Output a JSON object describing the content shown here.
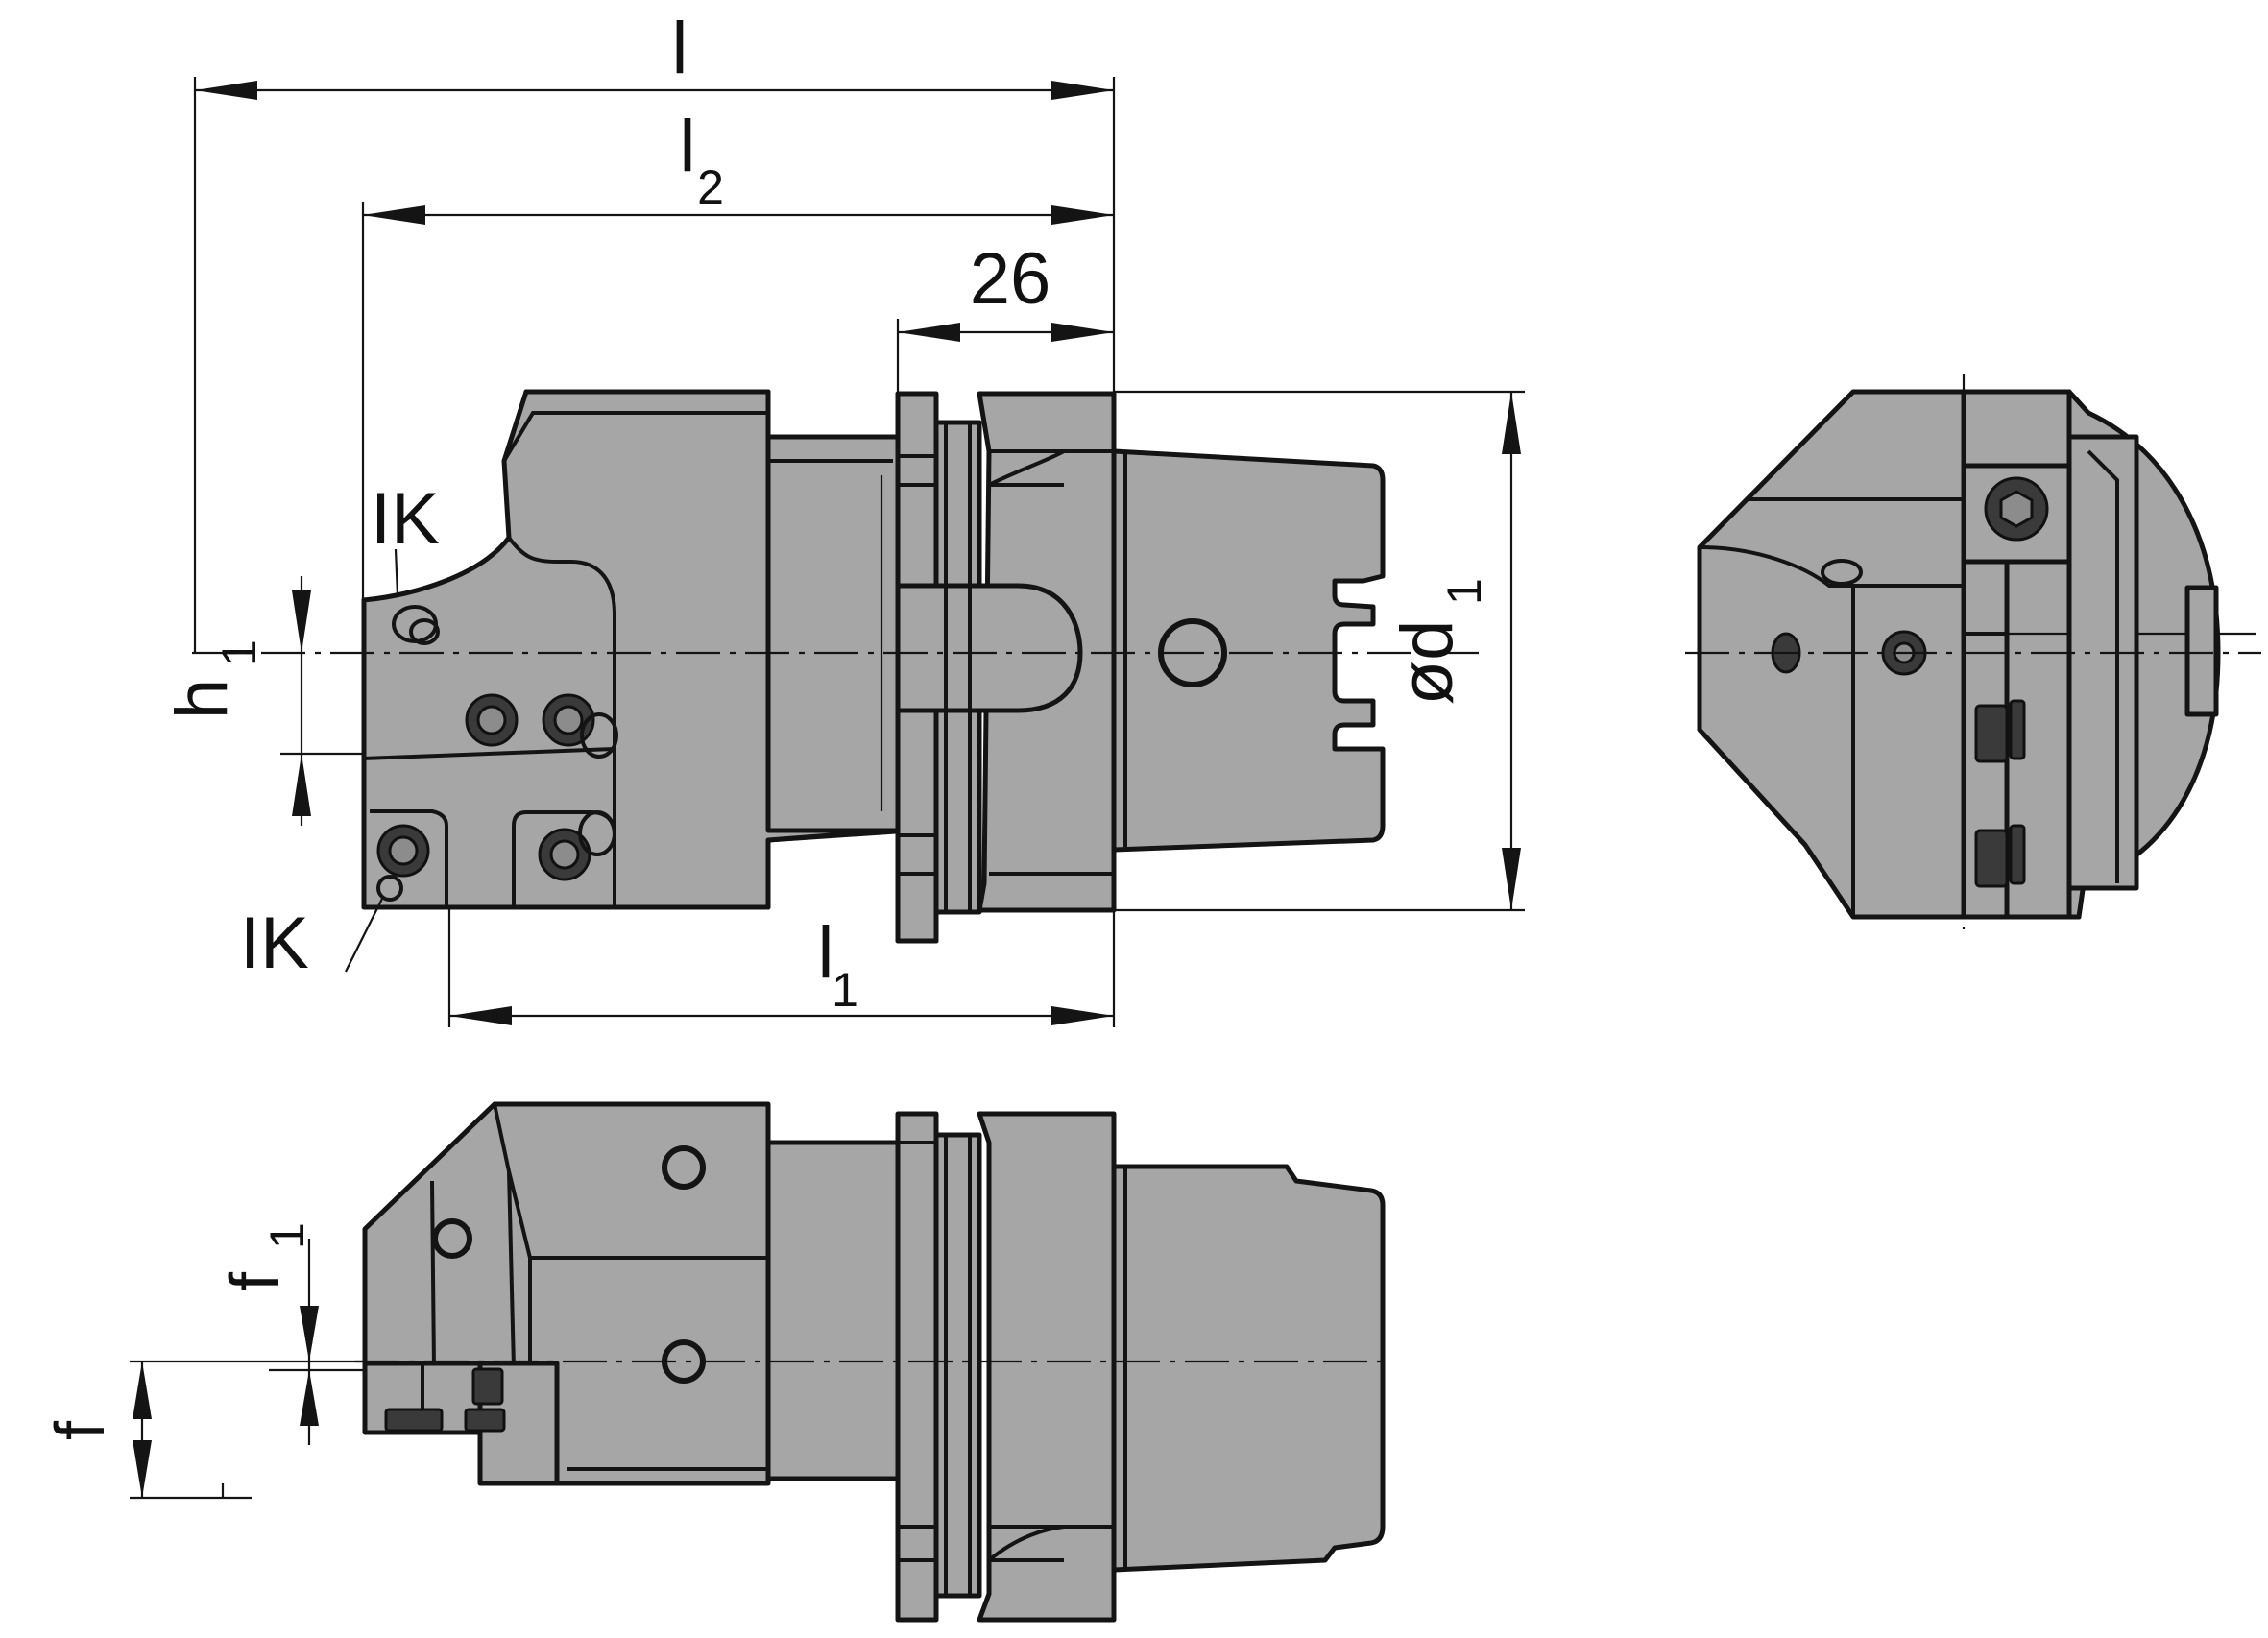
{
  "labels": {
    "l": "l",
    "l2_base": "l",
    "l2_sub": "2",
    "dim_26": "26",
    "l1_base": "l",
    "l1_sub": "1",
    "h1_base": "h",
    "h1_sub": "1",
    "d1_base": "ød",
    "d1_sub": "1",
    "ik_top": "IK",
    "ik_bottom": "IK",
    "f1_base": "f",
    "f1_sub": "1",
    "f": "f"
  },
  "colors": {
    "body_fill": "#a6a6a6",
    "outline": "#141414"
  }
}
